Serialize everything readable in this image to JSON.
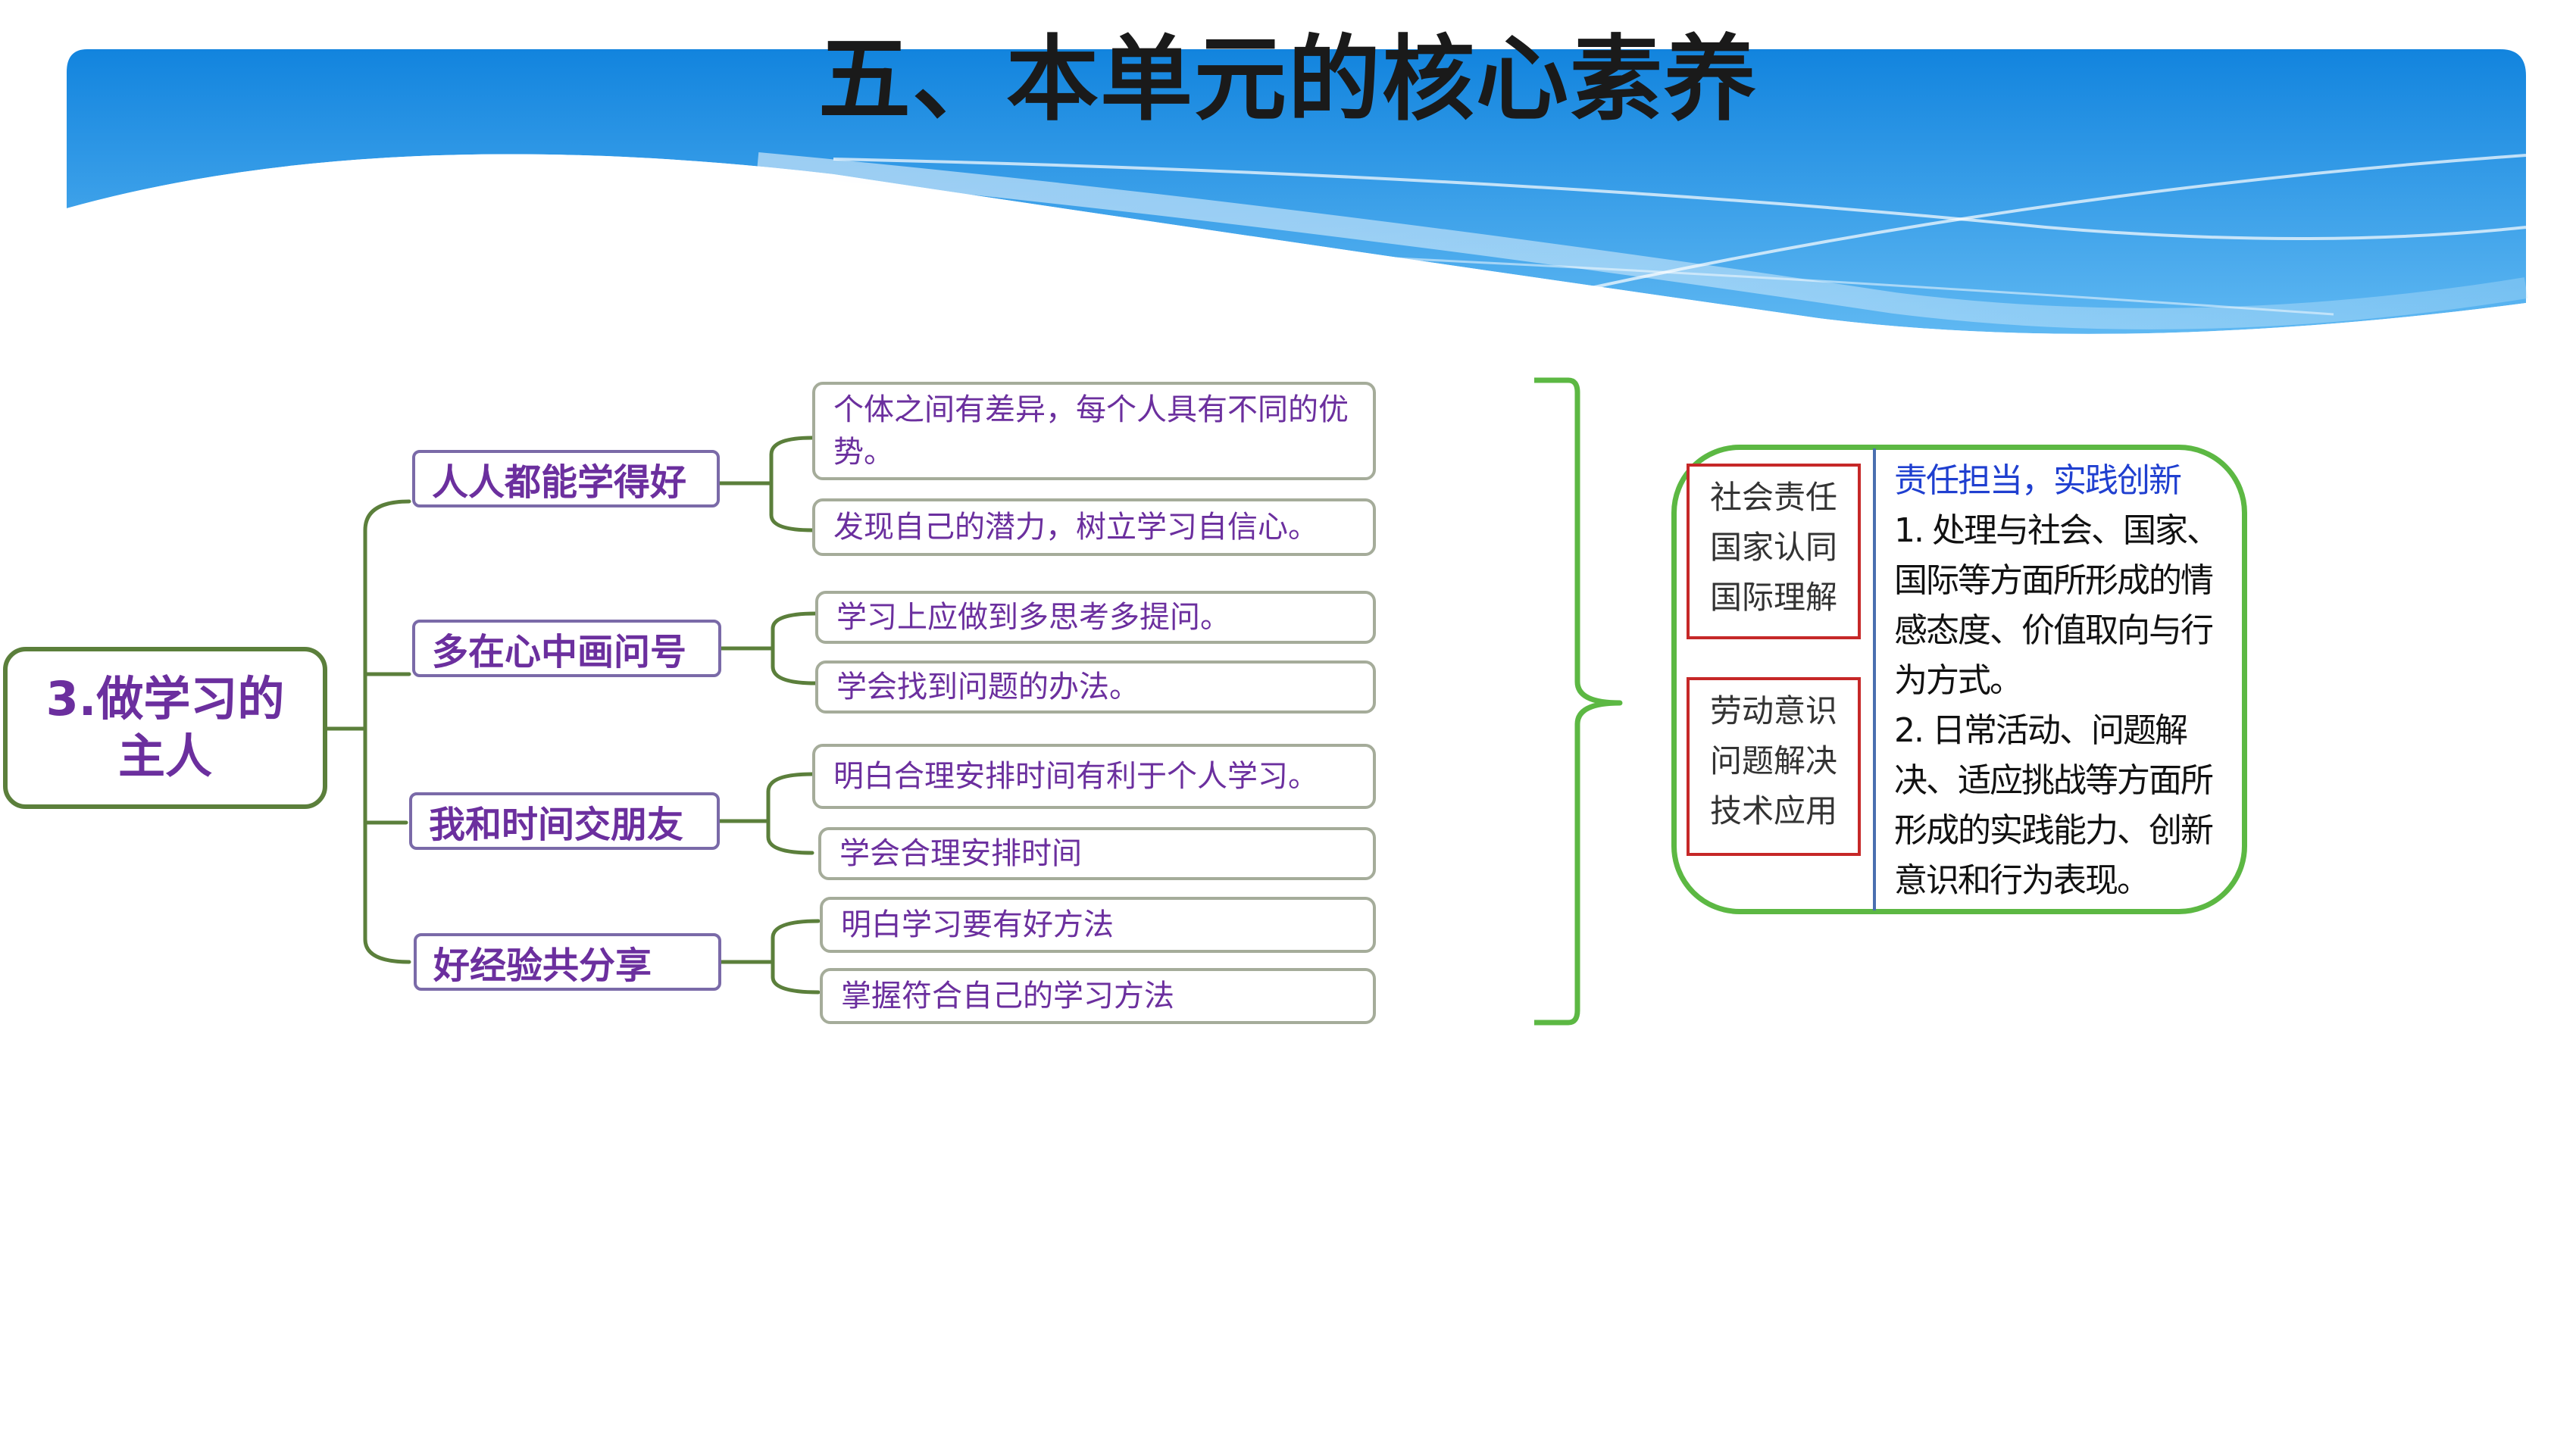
{
  "header": {
    "title": "五、本单元的核心素养",
    "banner_color": "#1a8fe0"
  },
  "mindmap": {
    "root": "3.做学习的主人",
    "branches": [
      {
        "label": "人人都能学得好",
        "leaves": [
          "个体之间有差异，每个人具有不同的优势。",
          "发现自己的潜力，树立学习自信心。"
        ]
      },
      {
        "label": "多在心中画问号",
        "leaves": [
          "学习上应做到多思考多提问。",
          "学会找到问题的办法。"
        ]
      },
      {
        "label": "我和时间交朋友",
        "leaves": [
          "明白合理安排时间有利于个人学习。",
          "学会合理安排时间"
        ]
      },
      {
        "label": "好经验共分享",
        "leaves": [
          "明白学习要有好方法",
          "掌握符合自己的学习方法"
        ]
      }
    ],
    "colors": {
      "branch_text": "#6b2f9e",
      "connector": "#5b7f3b",
      "bracket": "#5cb843"
    }
  },
  "competency": {
    "box1": [
      "社会责任",
      "国家认同",
      "国际理解"
    ],
    "box2": [
      "劳动意识",
      "问题解决",
      "技术应用"
    ],
    "highlight": "责任担当，实践创新",
    "point1": "1. 处理与社会、国家、国际等方面所形成的情感态度、价值取向与行为方式。",
    "point2": "2. 日常活动、问题解决、适应挑战等方面所形成的实践能力、创新意识和行为表现。"
  }
}
